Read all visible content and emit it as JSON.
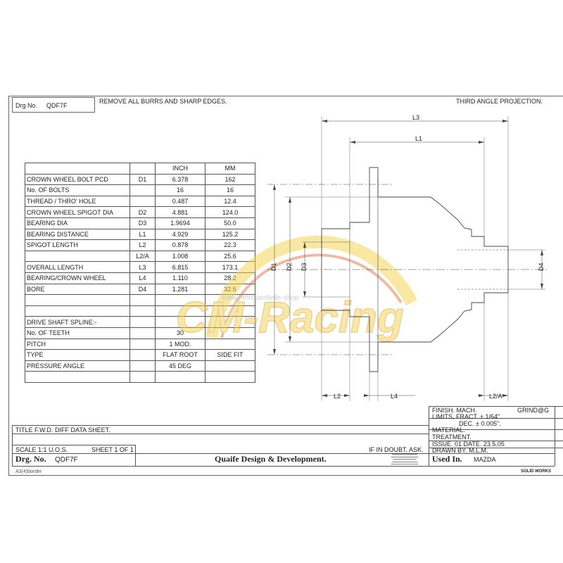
{
  "header": {
    "drg_label": "Drg No.",
    "drg_value": "QDF7F",
    "note": "REMOVE ALL BURRS AND SHARP EDGES.",
    "projection": "THIRD ANGLE PROJECTION."
  },
  "table": {
    "col_headers": [
      "",
      "",
      "INCH",
      "MM"
    ],
    "rows": [
      [
        "CROWN WHEEL BOLT PCD",
        "D1",
        "6.378",
        "162"
      ],
      [
        "No. OF BOLTS",
        "",
        "16",
        "16"
      ],
      [
        "THREAD / THRO' HOLE",
        "",
        "0.487",
        "12.4"
      ],
      [
        "CROWN WHEEL SPIGOT DIA",
        "D2",
        "4.881",
        "124.0"
      ],
      [
        "BEARING DIA",
        "D3",
        "1.9694",
        "50.0"
      ],
      [
        "BEARING DISTANCE",
        "L1",
        "4.929",
        "125.2"
      ],
      [
        "SPIGOT LENGTH",
        "L2",
        "0.878",
        "22.3"
      ],
      [
        "",
        "L2/A",
        "1.008",
        "25.6"
      ],
      [
        "OVERALL LENGTH",
        "L3",
        "6.815",
        "173.1"
      ],
      [
        "BEARING/CROWN WHEEL",
        "L4",
        "1.110",
        "28.2"
      ],
      [
        "BORE",
        "D4",
        "1.281",
        "32.5"
      ],
      [
        "",
        "",
        "",
        ""
      ],
      [
        "",
        "",
        "",
        ""
      ],
      [
        "DRIVE SHAFT SPLINE:-",
        "",
        "",
        ""
      ],
      [
        "No. OF TEETH",
        "",
        "30",
        ""
      ],
      [
        "PITCH",
        "",
        "1 MOD.",
        ""
      ],
      [
        "TYPE",
        "",
        "FLAT ROOT",
        "SIDE FIT"
      ],
      [
        "PRESSURE ANGLE",
        "",
        "45 DEG",
        ""
      ],
      [
        "",
        "",
        "",
        ""
      ]
    ]
  },
  "dims": {
    "l3": "L3",
    "l1": "L1",
    "l2": "L2",
    "l4": "L4",
    "l2a": "L2/A",
    "d1": "D1",
    "d2": "D2",
    "d3": "D3",
    "d4": "D4"
  },
  "watermark": {
    "brand": "CM-Racing",
    "url": "www.rennsportteile-shop"
  },
  "title_block": {
    "title": "TITLE F.W.D. DIFF DATA SHEET.",
    "scale": "SCALE 1:1 U.O.S.",
    "sheet": "SHEET 1 OF 1",
    "if_in_doubt": "IF IN DOUBT, ASK.",
    "drg_label": "Drg. No.",
    "drg_value": "QDF7F",
    "company": "Quaife Design & Development.",
    "finish": "FINISH. MACH.",
    "grind": "GRIND@G",
    "limits_fract": "LIMITS, FRACT. ± 1/64\".",
    "limits_dec": "DEC. ± 0.005\".",
    "material": "MATERIAL.",
    "treatment": "TREATMENT.",
    "issue": "ISSUE. 01  DATE. 23.5.05",
    "drawn_by": "DRAWN BY. M.L.M.",
    "used_in_label": "Used In.",
    "used_in_value": "MAZDA",
    "format": "A3(4)border",
    "software": "SOLID WORKS"
  },
  "colors": {
    "line": "#555555",
    "watermark_yellow": "#f2d24a",
    "watermark_red": "#d97b4a"
  }
}
